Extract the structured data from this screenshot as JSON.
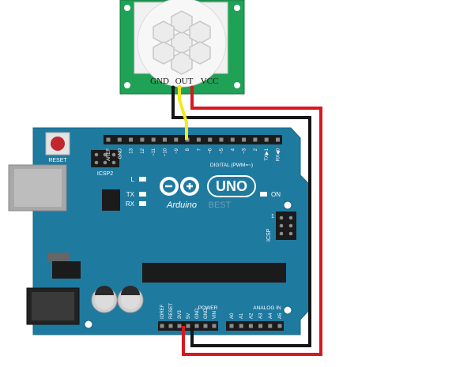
{
  "sensor": {
    "pins": {
      "gnd": "GND",
      "out": "OUT",
      "vcc": "VCC"
    }
  },
  "board": {
    "reset_label": "RESET",
    "icsp2_label": "ICSP2",
    "icsp_label": "ICSP",
    "icsp_pin_number": "1",
    "logo_text": "Arduino",
    "model_label": "UNO",
    "on_label": "ON",
    "watermark": "BEST",
    "led_labels": {
      "l": "L",
      "tx": "TX",
      "rx": "RX"
    },
    "digital_header_label": "DIGITAL (PWM=~)",
    "digital_pin_labels": [
      "AREF",
      "GND",
      "13",
      "12",
      "~11",
      "~10",
      "~9",
      "8",
      "7",
      "~6",
      "~5",
      "4",
      "~3",
      "2",
      "TX▶1",
      "RX◀0"
    ],
    "power_header_label": "POWER",
    "power_pin_labels": [
      "IOREF",
      "RESET",
      "3V3",
      "5V",
      "GND",
      "GND",
      "VIN"
    ],
    "analog_header_label": "ANALOG IN",
    "analog_pin_labels": [
      "A0",
      "A1",
      "A2",
      "A3",
      "A4",
      "A5"
    ]
  },
  "colors": {
    "board": "#1f7aa0",
    "board_dark": "#175e7c",
    "pcb_green": "#1fa156",
    "wire_red": "#d7191f",
    "wire_black": "#151515",
    "wire_yellow": "#f3ea1c"
  }
}
